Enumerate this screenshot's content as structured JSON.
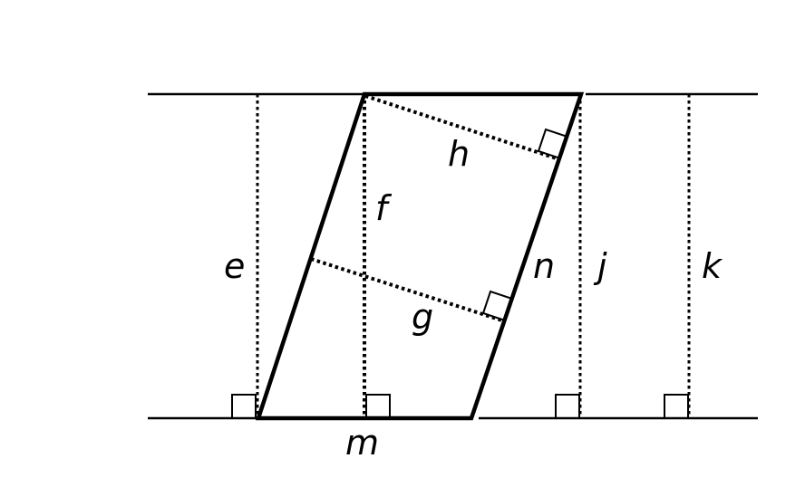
{
  "figure": {
    "labels": {
      "e": "e",
      "f": "f",
      "g": "g",
      "h": "h",
      "j": "j",
      "k": "k",
      "m": "m",
      "n": "n"
    },
    "stroke_color": "#000000",
    "background": "#ffffff"
  }
}
